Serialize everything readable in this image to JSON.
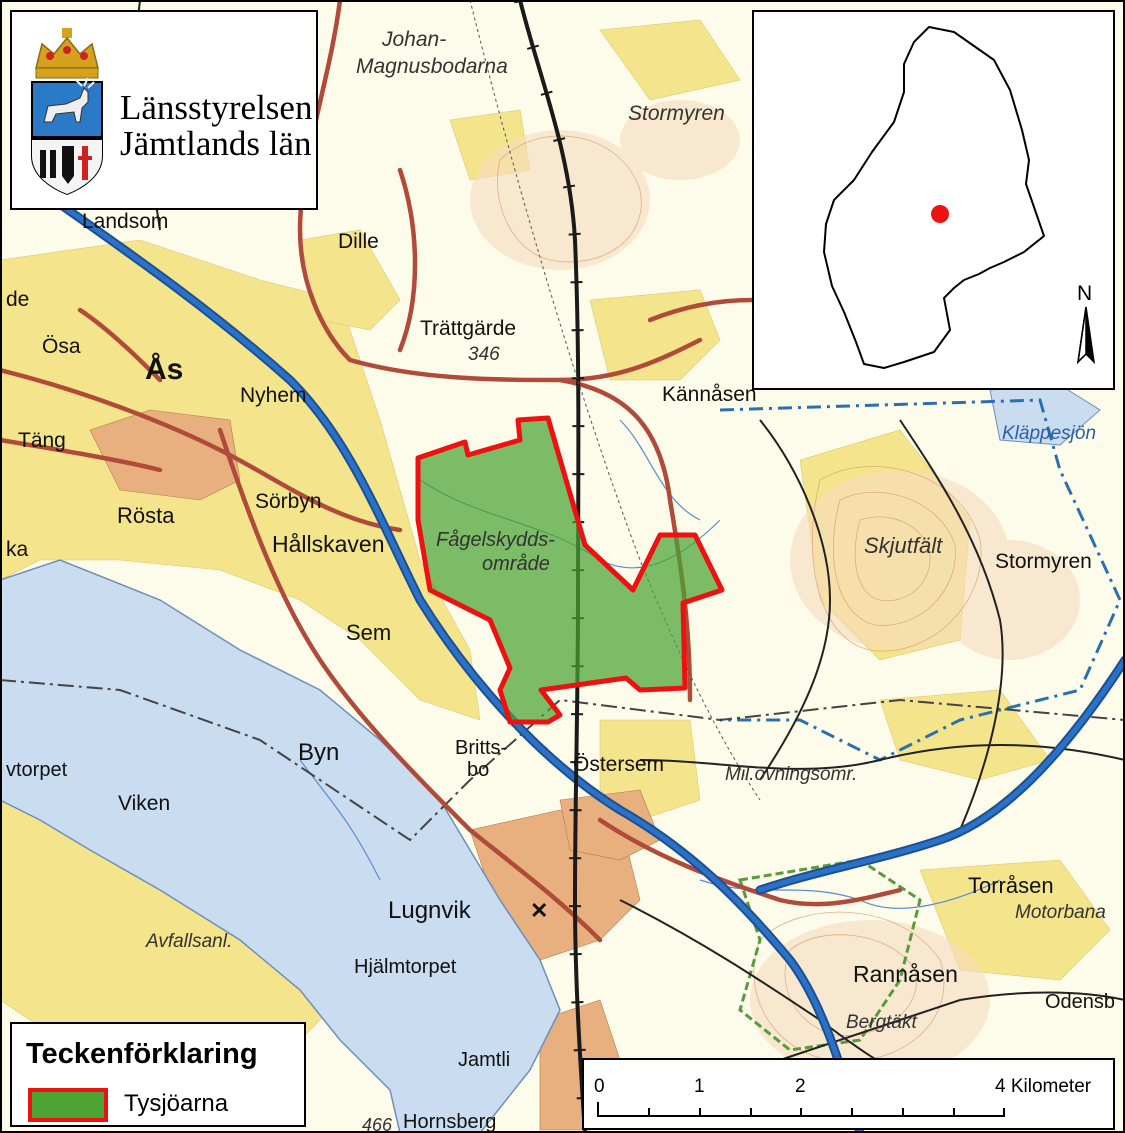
{
  "colors": {
    "land": "#fdfbe9",
    "field": "#f4e48c",
    "water": "#c9dcf0",
    "urban": "#e8b07e",
    "forest_hill": "#f6dcc0",
    "highway": "#2a72c8",
    "road": "#b04a3a",
    "railway": "#1a1a1a",
    "boundary": "#ee1111",
    "reserve_fill": "#4aa333",
    "military_boundary": "#2b6fb0",
    "green_boundary": "#5a9a3a",
    "inset_marker": "#ee1111"
  },
  "logo": {
    "org_line1": "Länsstyrelsen",
    "org_line2": "Jämtlands län",
    "icon": "coat-of-arms-icon"
  },
  "place_labels": {
    "johan": "Johan-",
    "magnus": "Magnusbodarna",
    "stormyren_n": "Stormyren",
    "landsom": "Landsom",
    "dille": "Dille",
    "de": "de",
    "trattgarde": "Trättgärde",
    "elev_346": "346",
    "osa": "Ösa",
    "as": "Ås",
    "nyhem": "Nyhem",
    "kannasen": "Kännåsen",
    "klappesjon": "Kläppesjön",
    "tang": "Täng",
    "sorbyn": "Sörbyn",
    "rosta": "Rösta",
    "fagel1": "Fågelskydds-",
    "fagel2": "område",
    "skjutfalt": "Skjutfält",
    "stormyren_e": "Stormyren",
    "ka": "ka",
    "hallskaven": "Hållskaven",
    "sem": "Sem",
    "byn": "Byn",
    "britts": "Britts-",
    "bo": "bo",
    "ostersem": "Östersem",
    "milov": "Mil.övningsomr.",
    "vtorpet": "vtorpet",
    "viken": "Viken",
    "torrasen": "Torråsen",
    "motorbana": "Motorbana",
    "lugnvik": "Lugnvik",
    "avfallsanl": "Avfallsanl.",
    "hjalmtorpet": "Hjälmtorpet",
    "rannasen": "Rannåsen",
    "odensb": "Odensb",
    "bergtakt": "Bergtäkt",
    "jamtli": "Jamtli",
    "hornsberg": "Hornsberg",
    "elev_466": "466"
  },
  "inset": {
    "north_label": "N",
    "north_icon": "north-arrow-icon",
    "marker_icon": "location-dot-icon"
  },
  "legend": {
    "title": "Teckenförklaring",
    "item_label": "Tysjöarna"
  },
  "scale": {
    "ticks": [
      "0",
      "1",
      "2",
      "4 Kilometer"
    ]
  }
}
